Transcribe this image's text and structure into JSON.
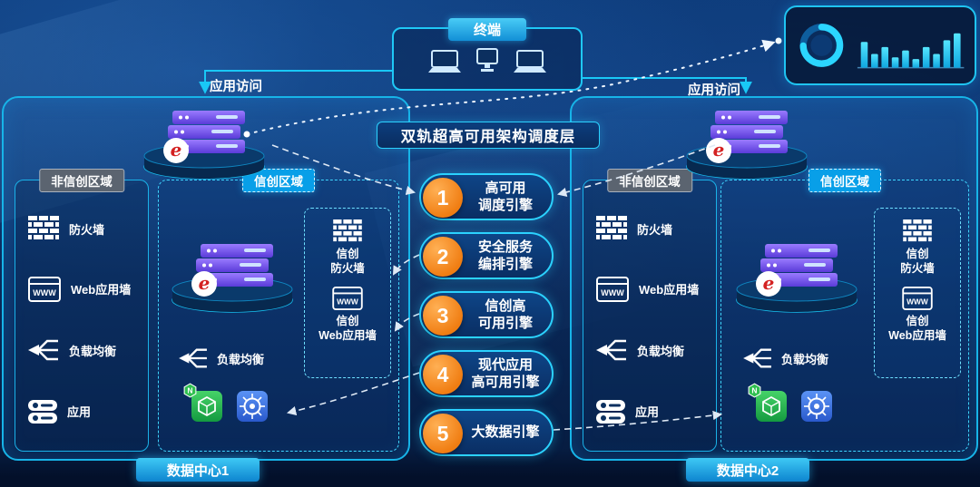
{
  "colors": {
    "accent_cyan": "#2bd2ff",
    "panel_border": "#17b4e8",
    "engine_orange": "#f0830f",
    "xc_tag_blue": "#089fe8",
    "non_xc_tag_gray": "#5b6470",
    "server_purple": "#7b5ff0",
    "nginx_green": "#2fb457",
    "kubernetes_blue": "#3a6fd8"
  },
  "terminal": {
    "label": "终端"
  },
  "dashboard": {
    "bars": [
      30,
      16,
      24,
      12,
      20,
      10,
      24,
      16,
      32,
      40
    ]
  },
  "access": {
    "left": "应用访问",
    "right": "应用访问"
  },
  "banner": {
    "title": "双轨超高可用架构调度层"
  },
  "engines": [
    {
      "num": "1",
      "line1": "高可用",
      "line2": "调度引擎"
    },
    {
      "num": "2",
      "line1": "安全服务",
      "line2": "编排引擎"
    },
    {
      "num": "3",
      "line1": "信创高",
      "line2": "可用引擎"
    },
    {
      "num": "4",
      "line1": "现代应用",
      "line2": "高可用引擎"
    },
    {
      "num": "5",
      "line1": "大数据引擎",
      "line2": ""
    }
  ],
  "dc1": {
    "label": "数据中心1",
    "non_xc": {
      "title": "非信创区域",
      "items": [
        "防火墙",
        "Web应用墙",
        "负载均衡",
        "应用"
      ]
    },
    "xc": {
      "title": "信创区域",
      "firewall": [
        "信创",
        "防火墙"
      ],
      "webwall": [
        "信创",
        "Web应用墙"
      ],
      "lb": "负载均衡"
    }
  },
  "dc2": {
    "label": "数据中心2",
    "non_xc": {
      "title": "非信创区域",
      "items": [
        "防火墙",
        "Web应用墙",
        "负载均衡",
        "应用"
      ]
    },
    "xc": {
      "title": "信创区域",
      "firewall": [
        "信创",
        "防火墙"
      ],
      "webwall": [
        "信创",
        "Web应用墙"
      ],
      "lb": "负载均衡"
    }
  },
  "icon_text": {
    "www": "WWW",
    "nginx_badge": "N"
  }
}
